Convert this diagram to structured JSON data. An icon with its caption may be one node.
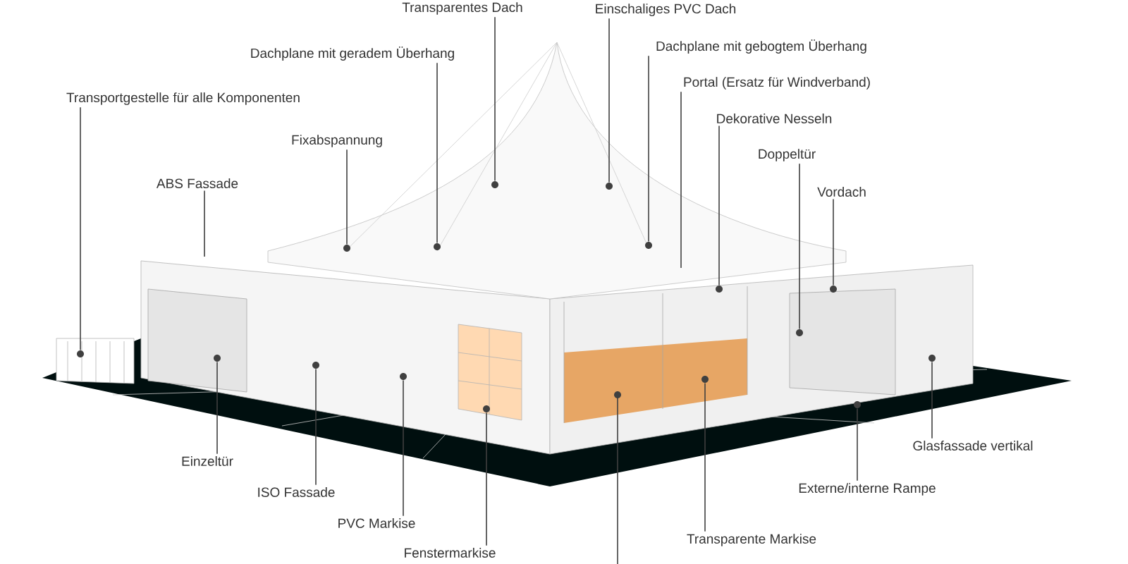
{
  "diagram": {
    "nodes": [
      {
        "text": [
          "Transparentes Dach"
        ]
      },
      {
        "text": [
          "Einschaliges PVC Dach"
        ]
      },
      {
        "text": [
          "Dachplane mit geradem Überhang"
        ]
      },
      {
        "text": [
          "Dachplane mit gebogtem Überhang"
        ]
      },
      {
        "text": [
          "Portal (Ersatz für Windverband)"
        ]
      },
      {
        "text": [
          "Transportgestelle für alle Komponenten"
        ]
      },
      {
        "text": [
          "Dekorative Nesseln"
        ]
      },
      {
        "text": [
          "Fixabspannung"
        ]
      },
      {
        "text": [
          "Doppeltür"
        ]
      },
      {
        "text": [
          "ABS Fassade"
        ]
      },
      {
        "text": [
          "Vordach"
        ]
      },
      {
        "text": [
          "Glasfassade vertikal"
        ]
      },
      {
        "text": [
          "Einzeltür"
        ]
      },
      {
        "text": [
          "Externe/interne Rampe"
        ]
      },
      {
        "text": [
          "ISO Fassade"
        ]
      },
      {
        "text": [
          "PVC Markise"
        ]
      },
      {
        "text": [
          "Transparente Markise"
        ]
      },
      {
        "text": [
          "Fenstermarkise"
        ]
      },
      {
        "text": [],
        "shape": "circle"
      },
      {
        "text": [],
        "shape": "circle"
      },
      {
        "text": [],
        "shape": "circle"
      },
      {
        "text": [],
        "shape": "circle"
      },
      {
        "text": [],
        "shape": "circle"
      },
      {
        "text": [],
        "shape": "circle"
      },
      {
        "text": [],
        "shape": "circle"
      },
      {
        "text": [],
        "shape": "circle"
      },
      {
        "text": [],
        "shape": "circle"
      },
      {
        "text": [],
        "shape": "circle"
      },
      {
        "text": [],
        "shape": "circle"
      },
      {
        "text": [],
        "shape": "circle"
      },
      {
        "text": [],
        "shape": "circle"
      },
      {
        "text": [],
        "shape": "circle"
      },
      {
        "text": [],
        "shape": "circle"
      },
      {
        "text": [],
        "shape": "circle"
      }
    ],
    "edges": [
      {
        "from": 0,
        "to": 25,
        "arrow": "none"
      },
      {
        "from": 1,
        "to": 26,
        "arrow": "none"
      },
      {
        "from": 2,
        "to": 23,
        "arrow": "none"
      },
      {
        "from": 3,
        "to": 27,
        "arrow": "none"
      },
      {
        "from": 4,
        "to": null,
        "arrow": "none"
      },
      {
        "from": 5,
        "to": 18,
        "arrow": "none"
      },
      {
        "from": 6,
        "to": 29,
        "arrow": "none"
      },
      {
        "from": 7,
        "to": 21,
        "arrow": "none"
      },
      {
        "from": 8,
        "to": 30,
        "arrow": "none"
      },
      {
        "from": 9,
        "to": null,
        "arrow": "none"
      },
      {
        "from": 10,
        "to": 31,
        "arrow": "none"
      },
      {
        "from": 11,
        "to": 33,
        "arrow": "none"
      },
      {
        "from": 12,
        "to": 19,
        "arrow": "none"
      },
      {
        "from": 13,
        "to": 32,
        "arrow": "none"
      },
      {
        "from": 14,
        "to": 20,
        "arrow": "none"
      },
      {
        "from": 15,
        "to": 22,
        "arrow": "none"
      },
      {
        "from": 16,
        "to": 28,
        "arrow": "none"
      },
      {
        "from": 17,
        "to": 24,
        "arrow": "none"
      }
    ]
  }
}
